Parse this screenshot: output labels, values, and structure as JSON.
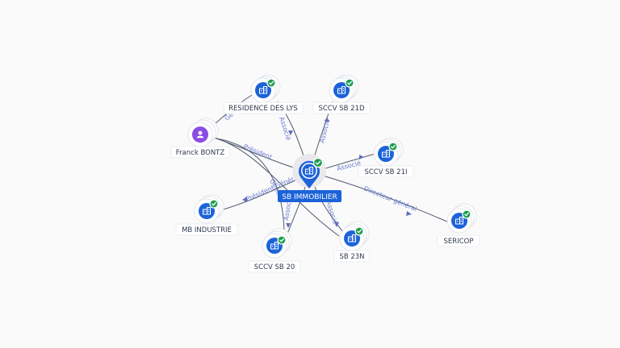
{
  "graph": {
    "center": {
      "label": "SB IMMOBILIER",
      "kind": "company",
      "icon": "building-icon",
      "verified": true
    },
    "nodes": [
      {
        "id": "residence-des-lys",
        "label": "RESIDENCE DES LYS",
        "kind": "company",
        "icon": "building-icon",
        "verified": true
      },
      {
        "id": "sccv-sb-21d",
        "label": "SCCV SB 21D",
        "kind": "company",
        "icon": "building-icon",
        "verified": true
      },
      {
        "id": "franck-bontz",
        "label": "Franck BONTZ",
        "kind": "person",
        "icon": "person-icon",
        "verified": false
      },
      {
        "id": "sccv-sb-21i",
        "label": "SCCV SB 21I",
        "kind": "company",
        "icon": "building-icon",
        "verified": true
      },
      {
        "id": "mb-industrie",
        "label": "MB INDUSTRIE",
        "kind": "company",
        "icon": "building-icon",
        "verified": true
      },
      {
        "id": "sericop",
        "label": "SERICOP",
        "kind": "company",
        "icon": "building-icon",
        "verified": true
      },
      {
        "id": "sccv-sb-20",
        "label": "SCCV SB 20",
        "kind": "company",
        "icon": "building-icon",
        "verified": true
      },
      {
        "id": "sb-23n",
        "label": "SB 23N",
        "kind": "company",
        "icon": "building-icon",
        "verified": true
      }
    ],
    "edges": [
      {
        "id": "e-lys",
        "label": "Associé"
      },
      {
        "id": "e-21d",
        "label": "Associé"
      },
      {
        "id": "e-franck-president",
        "label": "Président"
      },
      {
        "id": "e-franck-lys",
        "label": "Gé"
      },
      {
        "id": "e-franck-general",
        "label": "Général"
      },
      {
        "id": "e-21i",
        "label": "Associé"
      },
      {
        "id": "e-mb",
        "label": "Président Général"
      },
      {
        "id": "e-sericop",
        "label": "Directeur général"
      },
      {
        "id": "e-20",
        "label": "Associé"
      },
      {
        "id": "e-23n",
        "label": "Associé"
      }
    ]
  },
  "colors": {
    "company": "#1c63d9",
    "person": "#8a4ce3",
    "verified": "#1e9e4e",
    "edge_label": "#6a7bd0"
  }
}
